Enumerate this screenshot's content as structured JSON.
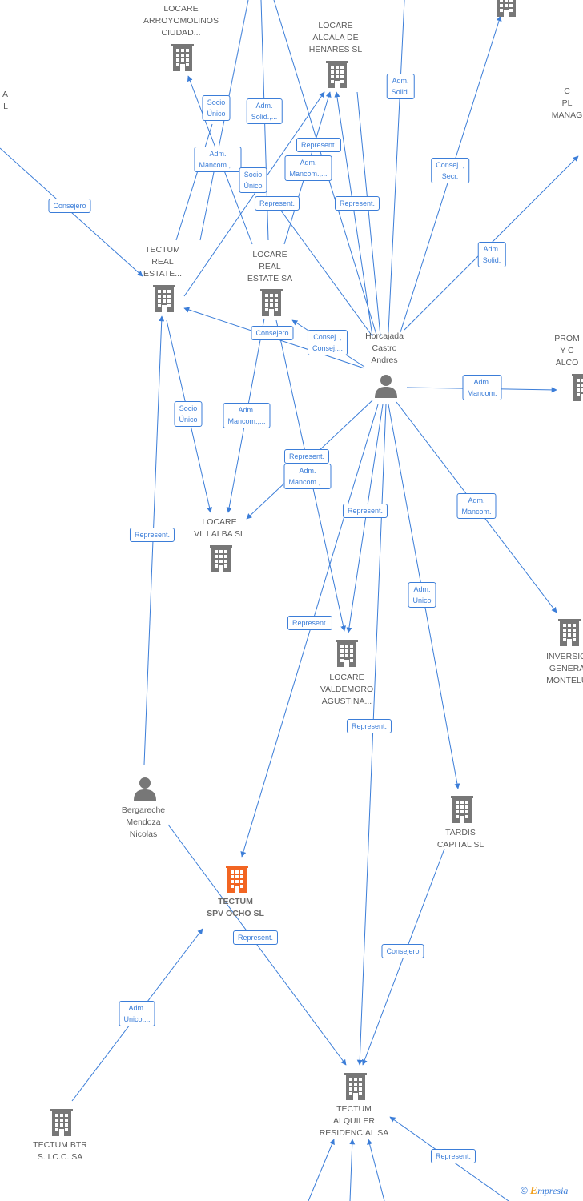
{
  "colors": {
    "edge": "#3b7dd8",
    "company": "#777777",
    "focus": "#f26522",
    "person": "#777777"
  },
  "nodes": [
    {
      "id": "arroyomolinos",
      "type": "company",
      "label": "LOCARE\nARROYOMOLINOS\nCIUDAD..."
    },
    {
      "id": "alcala",
      "type": "company",
      "label": "LOCARE\nALCALA DE\nHENARES SL"
    },
    {
      "id": "topright",
      "type": "company",
      "label": ""
    },
    {
      "id": "leftcut",
      "type": "text",
      "label": "A\nL"
    },
    {
      "id": "plmanag",
      "type": "text",
      "label": "C\nPL\nMANAG"
    },
    {
      "id": "tectum_real",
      "type": "company",
      "label": "TECTUM\nREAL\nESTATE..."
    },
    {
      "id": "locare_real",
      "type": "company",
      "label": "LOCARE\nREAL\nESTATE SA"
    },
    {
      "id": "horcajada",
      "type": "person",
      "label": "Horcajada\nCastro\nAndres"
    },
    {
      "id": "prom",
      "type": "company",
      "label": "PROM\nY C\nALCO"
    },
    {
      "id": "villalba",
      "type": "company",
      "label": "LOCARE\nVILLALBA SL"
    },
    {
      "id": "inversion",
      "type": "company",
      "label": "INVERSION\nGENERAL\nMONTELUZ"
    },
    {
      "id": "valdemoro",
      "type": "company",
      "label": "LOCARE\nVALDEMORO\nAGUSTINA..."
    },
    {
      "id": "bergareche",
      "type": "person",
      "label": "Bergareche\nMendoza\nNicolas"
    },
    {
      "id": "tardis",
      "type": "company",
      "label": "TARDIS\nCAPITAL SL"
    },
    {
      "id": "tectum_spv",
      "type": "company",
      "focus": true,
      "label": "TECTUM\nSPV OCHO SL"
    },
    {
      "id": "tectum_btr",
      "type": "company",
      "label": "TECTUM BTR\nS. I.C.C. SA"
    },
    {
      "id": "tectum_alquiler",
      "type": "company",
      "label": "TECTUM\nALQUILER\nRESIDENCIAL SA"
    }
  ],
  "edge_labels": [
    "Socio\nÚnico",
    "Adm.\nSolid.,...",
    "Adm.\nSolid.",
    "Represent.",
    "Adm.\nMancom.,...",
    "Socio\nÚnico",
    "Adm.\nMancom.,...",
    "Represent.",
    "Represent.",
    "Consej. ,\nSecr.",
    "Adm.\nSolid.",
    "Consejero",
    "Consejero",
    "Consej. ,\nConsej....",
    "Adm.\nMancom.",
    "Socio\nÚnico",
    "Adm.\nMancom.,...",
    "Represent.",
    "Adm.\nMancom.,...",
    "Represent.",
    "Adm.\nMancom.",
    "Represent.",
    "Adm.\nUnico",
    "Represent.",
    "Represent.",
    "Represent.",
    "Consejero",
    "Adm.\nUnico,...",
    "Represent."
  ],
  "copyright": {
    "symbol": "©",
    "brand_initial": "E",
    "brand_rest": "mpresia"
  }
}
